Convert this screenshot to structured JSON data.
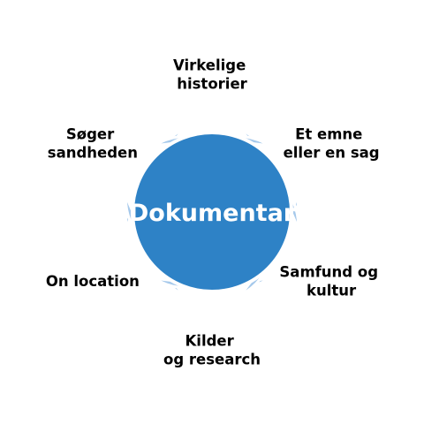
{
  "center": {
    "label": "Dokumentar",
    "color": "#2e82c6",
    "text_color": "#ffffff"
  },
  "petals": [
    {
      "lines": [
        "Virkelige",
        "historier"
      ]
    },
    {
      "lines": [
        "Et emne",
        "eller en sag"
      ]
    },
    {
      "lines": [
        "Samfund og",
        "kultur"
      ]
    },
    {
      "lines": [
        "Kilder",
        "og research"
      ]
    },
    {
      "lines": [
        "On location"
      ]
    },
    {
      "lines": [
        "Søger",
        "sandheden"
      ]
    }
  ],
  "petal_color": "#a6c9eb",
  "petal_text_color": "#000000"
}
